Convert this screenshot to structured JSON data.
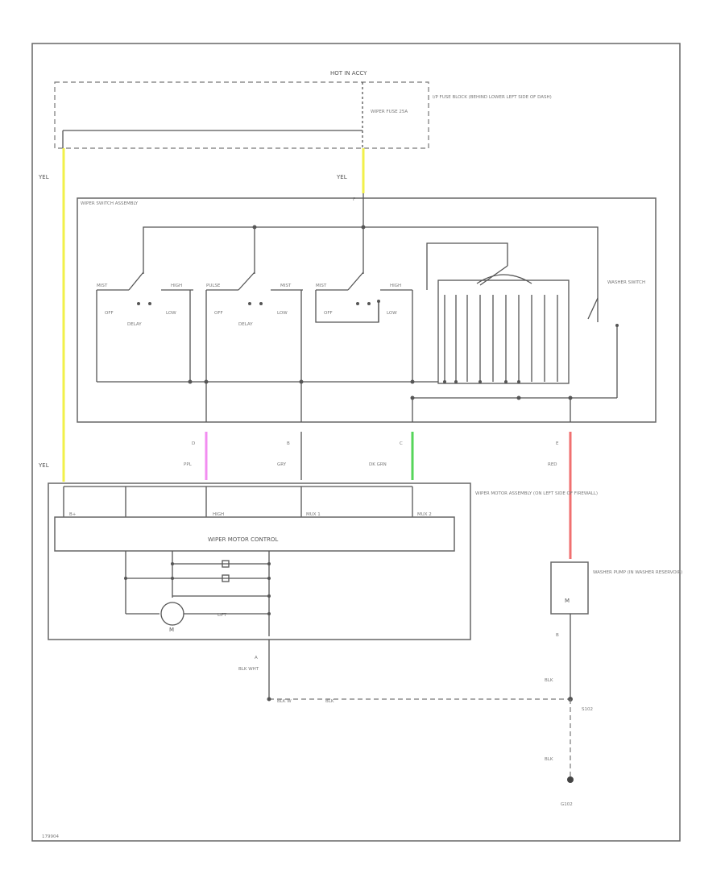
{
  "power": {
    "hot_label": "HOT IN ACCY",
    "fuse_block_label": "I/P FUSE BLOCK (BEHIND LOWER LEFT SIDE OF DASH)",
    "fuse_label": "WIPER FUSE 25A"
  },
  "wires": {
    "left_supply": "YEL",
    "fuse_out": "YEL",
    "left_motor_in": "YEL",
    "ppl": {
      "pin": "D",
      "color_label": "PPL",
      "color": "#f28cf0"
    },
    "gry": {
      "pin": "B",
      "color_label": "GRY",
      "color": "#555555"
    },
    "dkgrn": {
      "pin": "C",
      "color_label": "DK GRN",
      "color": "#56d55a"
    },
    "red": {
      "pin": "E",
      "color_label": "RED",
      "color": "#f07070"
    },
    "yellow_color": "#f2f04a",
    "ground_blk": "BLK",
    "ground_blk_wht": "BLK WHT",
    "ground_splice_labels": [
      "BLK W",
      "BLK"
    ],
    "pump_ground": "BLK",
    "lower_ground": "BLK",
    "motor_ground_pin": "A",
    "pump_ground_pin": "B"
  },
  "switch_assembly": {
    "title": "WIPER SWITCH ASSEMBLY",
    "sections": [
      {
        "left": "MIST",
        "right": "HIGH",
        "off": "OFF",
        "low": "LOW",
        "delay": "DELAY"
      },
      {
        "left": "PULSE",
        "right": "MIST",
        "off": "OFF",
        "low": "LOW",
        "delay": "DELAY"
      },
      {
        "left": "MIST",
        "right": "HIGH",
        "off": "OFF",
        "low": "LOW",
        "delay": ""
      }
    ],
    "washer_switch": "WASHER SWITCH",
    "pins_top": [
      "F"
    ]
  },
  "motor": {
    "title": "WIPER MOTOR ASSEMBLY (ON LEFT SIDE OF FIREWALL)",
    "control_label": "WIPER MOTOR CONTROL",
    "terminals": [
      "B+",
      "HIGH",
      "MUX 1",
      "MUX 2"
    ],
    "motor_symbol": "M",
    "park_label": "LIFT"
  },
  "pump": {
    "title": "WASHER PUMP (IN WASHER RESERVOIR)",
    "symbol": "M"
  },
  "ground_points": [
    "S102",
    "G102"
  ],
  "corner_code": "179904"
}
